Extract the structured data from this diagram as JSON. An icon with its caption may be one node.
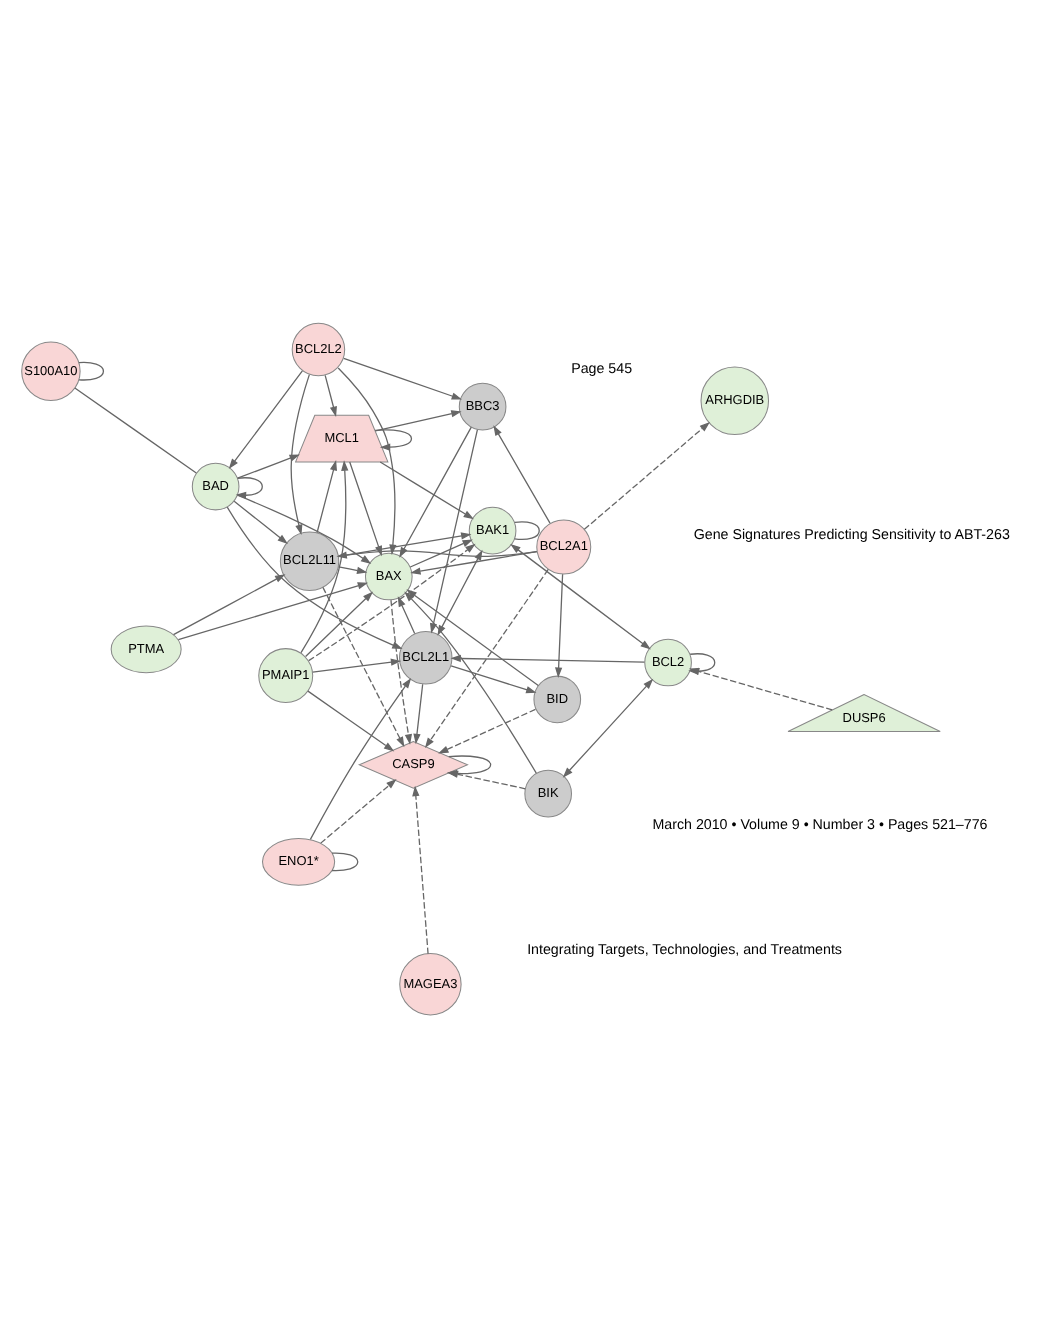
{
  "diagram": {
    "nodes": [
      {
        "text": [
          "ENO1*"
        ]
      },
      {
        "text": [
          "DUSP6"
        ]
      },
      {
        "text": [
          "PMAIP1"
        ]
      },
      {
        "text": [
          "BAK1"
        ]
      },
      {
        "text": [
          "BCL2L1"
        ]
      },
      {
        "text": [
          "BCL2"
        ]
      },
      {
        "text": [
          "CASP9"
        ]
      },
      {
        "text": [
          "BID"
        ]
      },
      {
        "text": [
          "BIK"
        ]
      },
      {
        "text": [
          "BCL2L2"
        ]
      },
      {
        "text": [
          "BAX"
        ]
      },
      {
        "text": [
          "MCL1"
        ]
      },
      {
        "text": [
          "BCL2A1"
        ]
      },
      {
        "text": [
          "BBC3"
        ]
      },
      {
        "text": [
          "BAD"
        ]
      },
      {
        "text": [
          "BCL2L11"
        ]
      },
      {
        "text": [
          "MAGEA3"
        ]
      },
      {
        "text": [
          "ARHGDIB"
        ]
      },
      {
        "text": [
          "PTMA"
        ]
      },
      {
        "text": [
          "S100A10"
        ]
      }
    ],
    "edges": [
      {
        "from": 0,
        "to": 0,
        "arrow": "none"
      },
      {
        "from": 0,
        "to": 6,
        "arrow": "to",
        "style": "dashed"
      },
      {
        "from": 0,
        "to": 4,
        "arrow": "to"
      },
      {
        "from": 1,
        "to": 5,
        "arrow": "to",
        "style": "dashed"
      },
      {
        "from": 2,
        "to": 3,
        "arrow": "to",
        "style": "dashed"
      },
      {
        "from": 2,
        "to": 4,
        "arrow": "to"
      },
      {
        "from": 2,
        "to": 6,
        "arrow": "to"
      },
      {
        "from": 2,
        "to": 10,
        "arrow": "to"
      },
      {
        "from": 2,
        "to": 11,
        "arrow": "to"
      },
      {
        "from": 3,
        "to": 3,
        "arrow": "none"
      },
      {
        "from": 4,
        "to": 3,
        "arrow": "both"
      },
      {
        "from": 4,
        "to": 6,
        "arrow": "to"
      },
      {
        "from": 4,
        "to": 7,
        "arrow": "to"
      },
      {
        "from": 4,
        "to": 10,
        "arrow": "to"
      },
      {
        "from": 5,
        "to": 5,
        "arrow": "to"
      },
      {
        "from": 5,
        "to": 4,
        "arrow": "to"
      },
      {
        "from": 5,
        "to": 3,
        "arrow": "both"
      },
      {
        "from": 5,
        "to": 8,
        "arrow": "both"
      },
      {
        "from": 6,
        "to": 6,
        "arrow": "to"
      },
      {
        "from": 7,
        "to": 6,
        "arrow": "to",
        "style": "dashed"
      },
      {
        "from": 7,
        "to": 10,
        "arrow": "to"
      },
      {
        "from": 8,
        "to": 6,
        "arrow": "to",
        "style": "dashed"
      },
      {
        "from": 8,
        "to": 10,
        "arrow": "to"
      },
      {
        "from": 9,
        "to": 11,
        "arrow": "to"
      },
      {
        "from": 9,
        "to": 13,
        "arrow": "to"
      },
      {
        "from": 9,
        "to": 14,
        "arrow": "to"
      },
      {
        "from": 9,
        "to": 10,
        "arrow": "to"
      },
      {
        "from": 9,
        "to": 15,
        "arrow": "to"
      },
      {
        "from": 10,
        "to": 6,
        "arrow": "to",
        "style": "dashed"
      },
      {
        "from": 10,
        "to": 3,
        "arrow": "to"
      },
      {
        "from": 11,
        "to": 11,
        "arrow": "to"
      },
      {
        "from": 11,
        "to": 10,
        "arrow": "to"
      },
      {
        "from": 11,
        "to": 13,
        "arrow": "to"
      },
      {
        "from": 11,
        "to": 3,
        "arrow": "to"
      },
      {
        "from": 13,
        "to": 10,
        "arrow": "to"
      },
      {
        "from": 13,
        "to": 4,
        "arrow": "to"
      },
      {
        "from": 12,
        "to": 6,
        "arrow": "to",
        "style": "dashed"
      },
      {
        "from": 12,
        "to": 7,
        "arrow": "to"
      },
      {
        "from": 12,
        "to": 10,
        "arrow": "to"
      },
      {
        "from": 12,
        "to": 17,
        "arrow": "to",
        "style": "dashed"
      },
      {
        "from": 12,
        "to": 15,
        "arrow": "to"
      },
      {
        "from": 12,
        "to": 13,
        "arrow": "to"
      },
      {
        "from": 14,
        "to": 14,
        "arrow": "to"
      },
      {
        "from": 14,
        "to": 15,
        "arrow": "to"
      },
      {
        "from": 14,
        "to": 11,
        "arrow": "to"
      },
      {
        "from": 14,
        "to": 10,
        "arrow": "to"
      },
      {
        "from": 14,
        "to": 4,
        "arrow": "to"
      },
      {
        "from": 15,
        "to": 10,
        "arrow": "to"
      },
      {
        "from": 15,
        "to": 3,
        "arrow": "to"
      },
      {
        "from": 15,
        "to": 11,
        "arrow": "to"
      },
      {
        "from": 15,
        "to": 6,
        "arrow": "to",
        "style": "dashed"
      },
      {
        "from": 16,
        "to": 6,
        "arrow": "to",
        "style": "dashed"
      },
      {
        "from": 18,
        "to": 15,
        "arrow": "to"
      },
      {
        "from": 18,
        "to": 10,
        "arrow": "to"
      },
      {
        "from": 19,
        "to": 19,
        "arrow": "none"
      },
      {
        "from": 19,
        "to": 14,
        "arrow": "none"
      }
    ],
    "labels": [
      "March 2010 • Volume 9 • Number 3 • Pages 521–776",
      "Gene Signatures Predicting Sensitivity to ABT-263",
      "Page 545",
      "Integrating Targets, Technologies, and Treatments"
    ]
  }
}
